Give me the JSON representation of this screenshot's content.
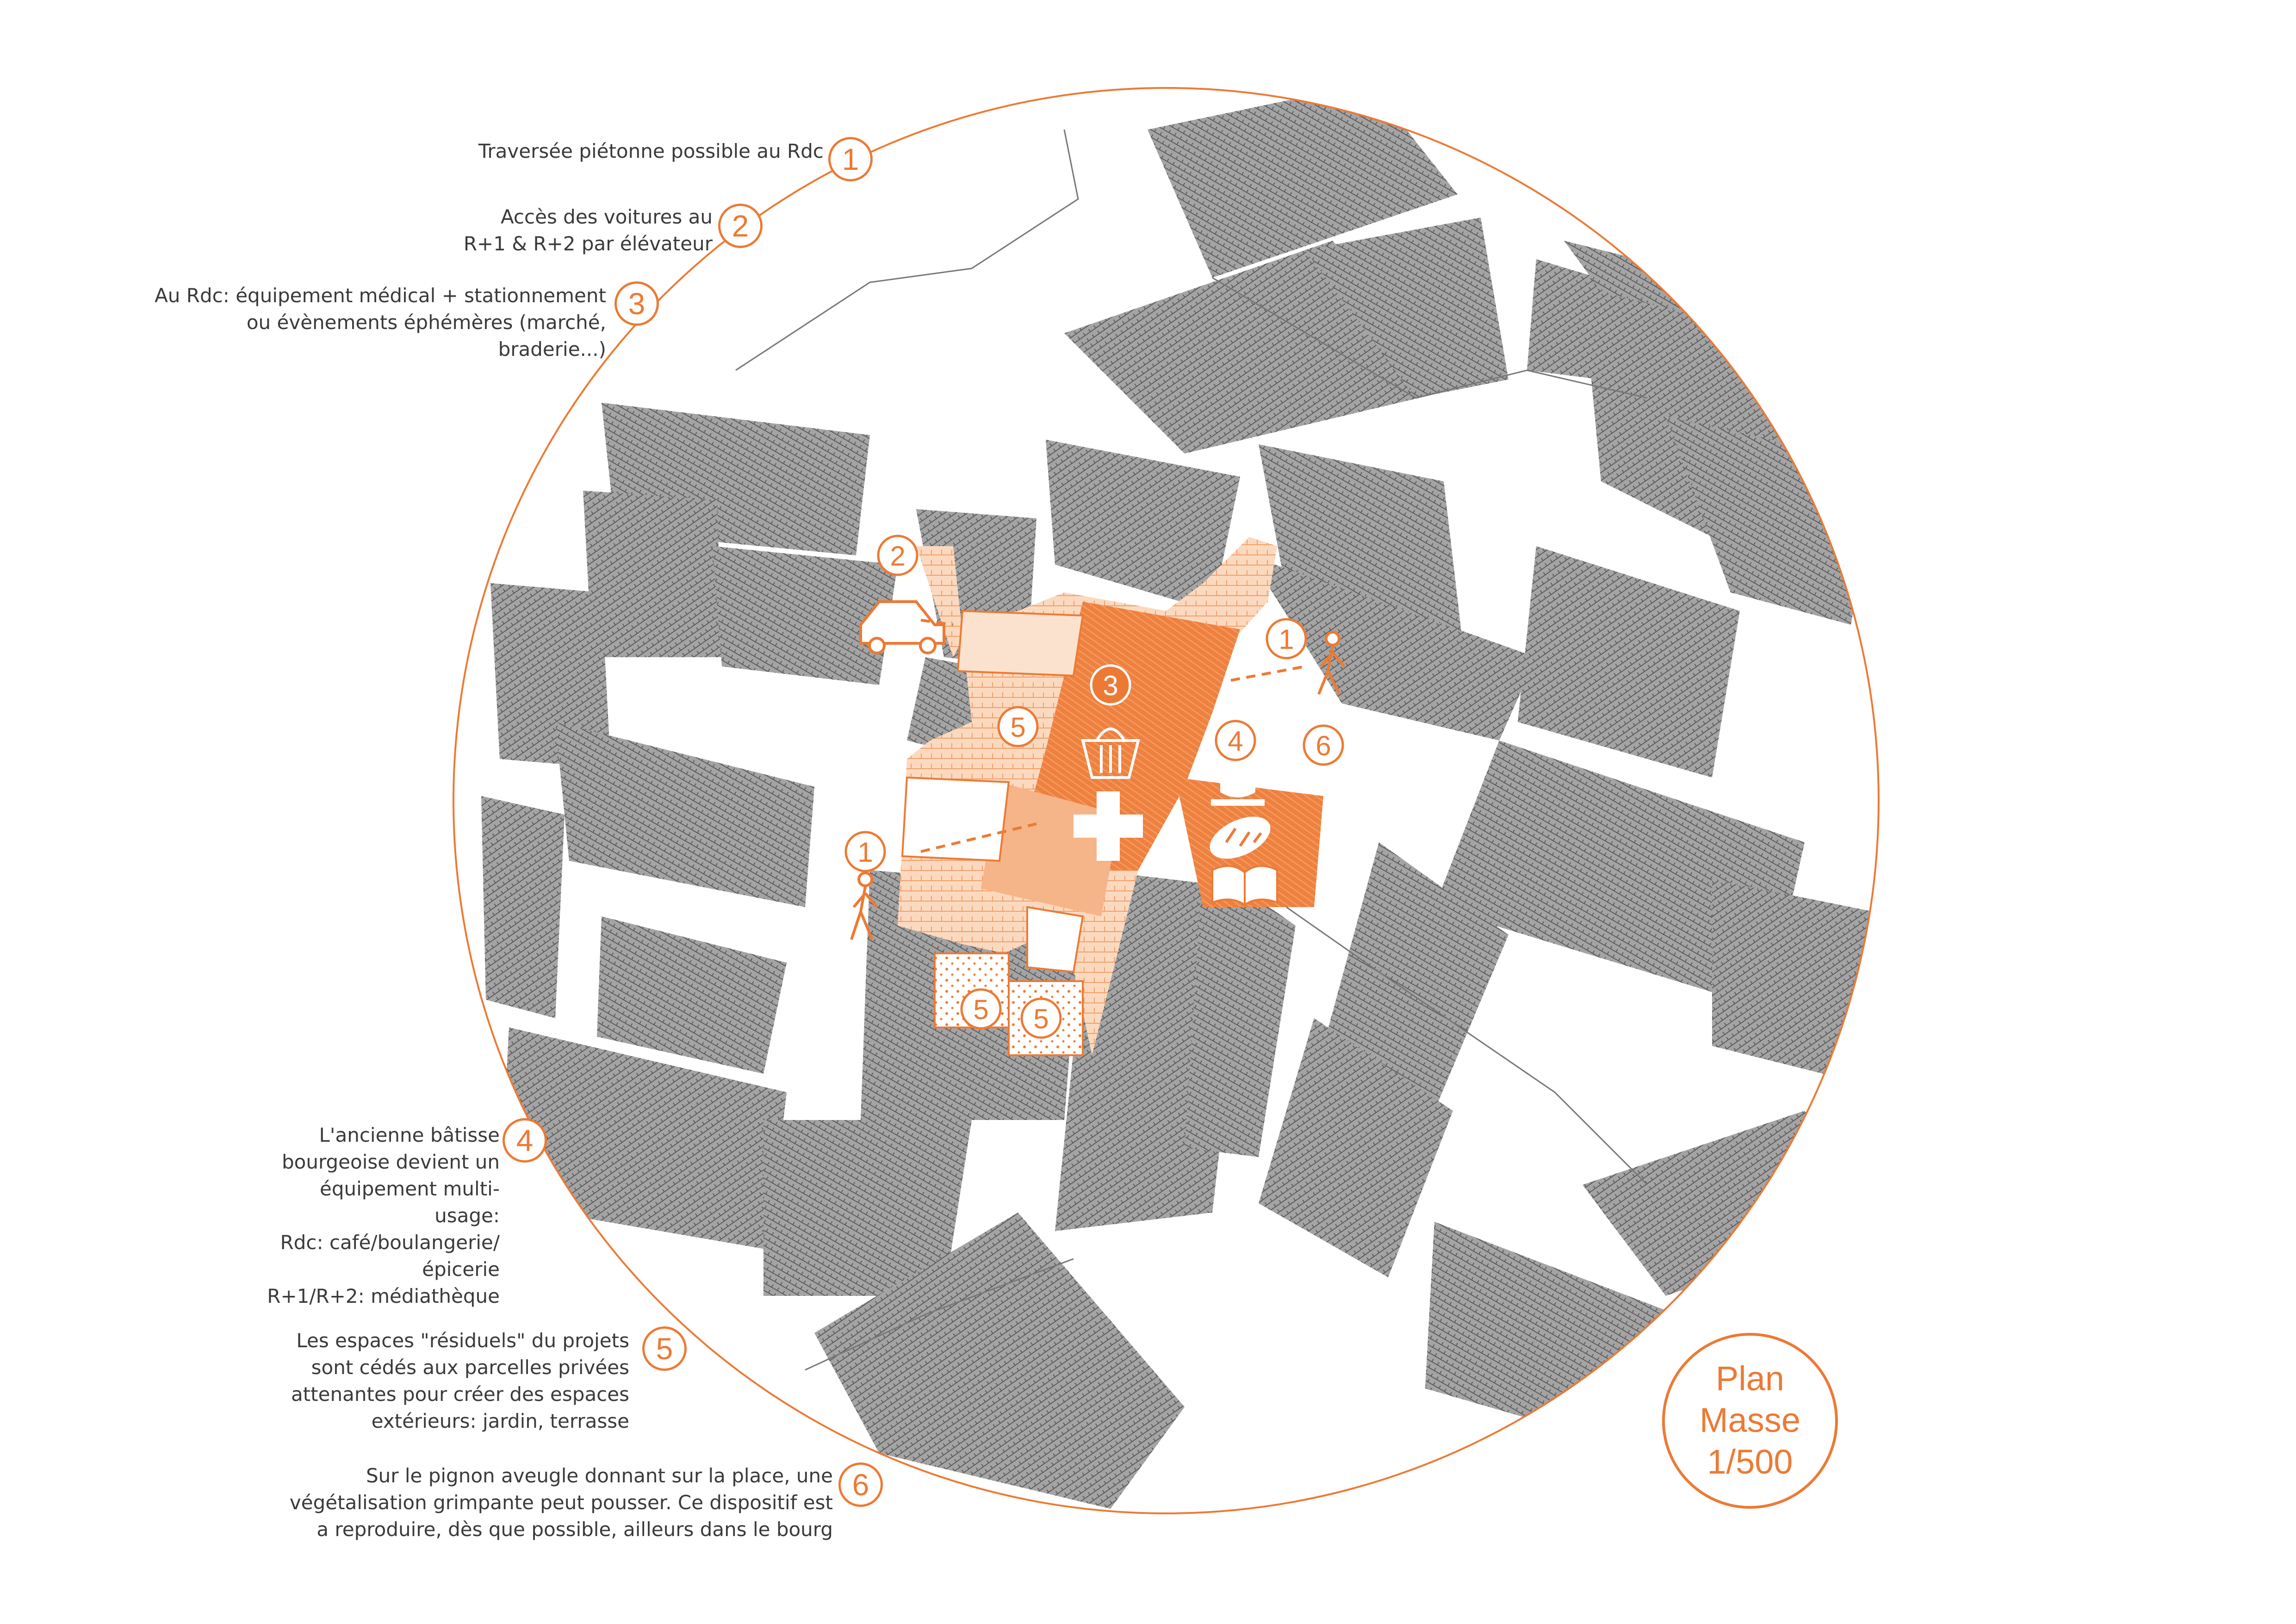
{
  "legend": [
    {
      "num": "1",
      "lines": [
        "Traversée piétonne possible au Rdc"
      ]
    },
    {
      "num": "2",
      "lines": [
        "Accès des voitures au",
        "R+1 & R+2 par élévateur"
      ]
    },
    {
      "num": "3",
      "lines": [
        "Au Rdc: équipement médical + stationnement",
        "ou évènements éphémères (marché,",
        "braderie...)"
      ]
    },
    {
      "num": "4",
      "lines": [
        "L'ancienne bâtisse",
        "bourgeoise devient un",
        "équipement multi-",
        "usage:",
        "Rdc: café/boulangerie/",
        "épicerie",
        "R+1/R+2: médiathèque"
      ]
    },
    {
      "num": "5",
      "lines": [
        "Les espaces \"résiduels\" du projets",
        "sont cédés aux parcelles privées",
        "attenantes pour créer des espaces",
        "extérieurs: jardin, terrasse"
      ]
    },
    {
      "num": "6",
      "lines": [
        "Sur le pignon aveugle donnant sur la place, une",
        "végétalisation grimpante peut pousser. Ce dispositif est",
        "a reproduire, dès que possible, ailleurs dans le bourg"
      ]
    }
  ],
  "map_markers": [
    "2",
    "3",
    "1",
    "5",
    "4",
    "6",
    "1",
    "5",
    "5"
  ],
  "title": {
    "line1": "Plan",
    "line2": "Masse",
    "line3": "1/500"
  },
  "colors": {
    "accent": "#ec7a35",
    "accent_light": "#f6b489",
    "buildings": "#9b9b9b",
    "streets": "#ffffff"
  },
  "icons": [
    "car-icon",
    "pedestrian-icon",
    "basket-icon",
    "medical-cross-icon",
    "coffee-cup-icon",
    "bread-icon",
    "book-icon",
    "arrow-icon"
  ]
}
